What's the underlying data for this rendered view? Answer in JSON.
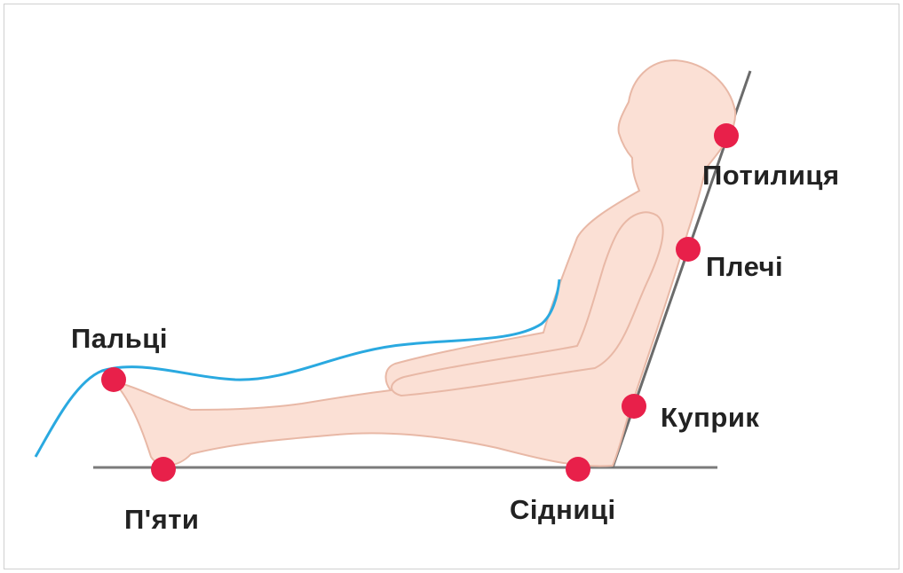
{
  "colors": {
    "body_fill": "#fbe0d5",
    "body_stroke": "#e8b8a6",
    "contact_point": "#e8204a",
    "water_line": "#2aa9e0",
    "ground_line": "#7b7b7b"
  },
  "labels": {
    "occiput": "Потилиця",
    "shoulders": "Плечі",
    "tailbone": "Куприк",
    "buttocks": "Сідниці",
    "toes": "Пальці",
    "heels": "П'яти"
  }
}
